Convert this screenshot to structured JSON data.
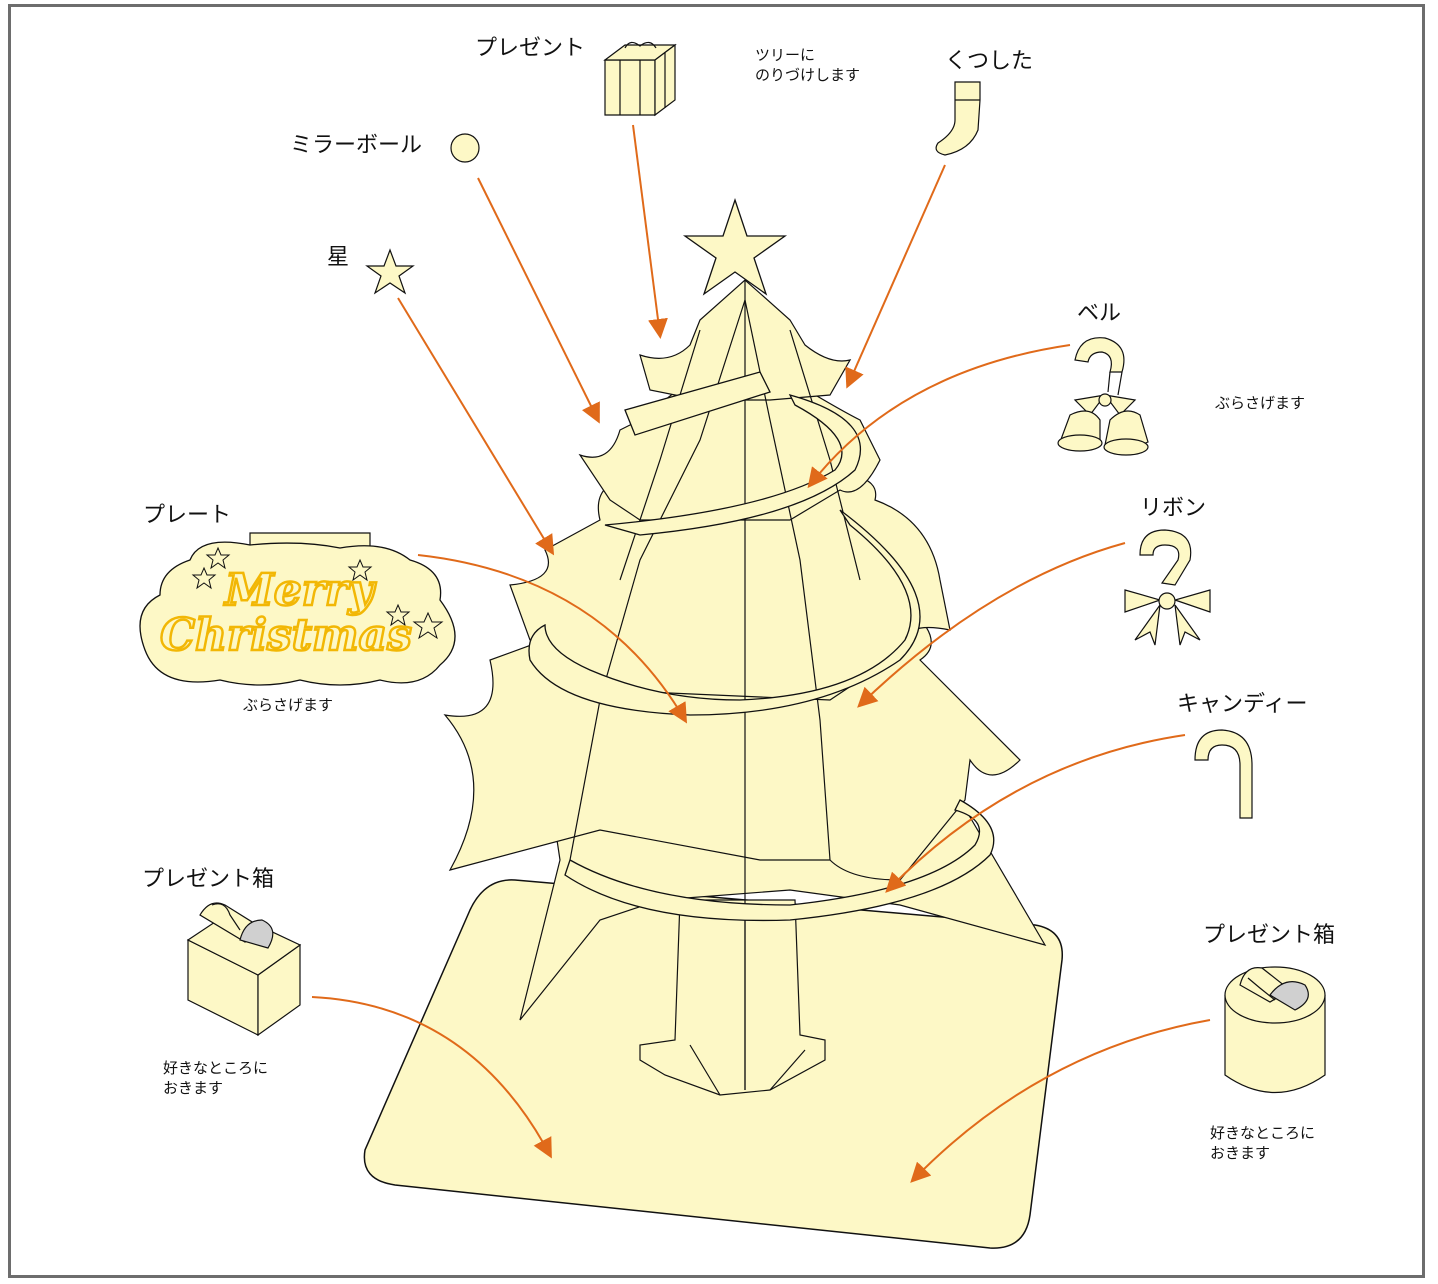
{
  "labels": {
    "present": "プレゼント",
    "tree_note_line1": "ツリーに",
    "tree_note_line2": "のりづけします",
    "sock": "くつした",
    "mirror_ball": "ミラーボール",
    "star": "星",
    "bell": "ベル",
    "bell_note": "ぶらさげます",
    "plate": "プレート",
    "plate_text_line1": "Merry",
    "plate_text_line2": "Christmas",
    "plate_note": "ぶらさげます",
    "ribbon": "リボン",
    "candy": "キャンディー",
    "present_box_left": "プレゼント箱",
    "present_box_left_note_line1": "好きなところに",
    "present_box_left_note_line2": "おきます",
    "present_box_right": "プレゼント箱",
    "present_box_right_note_line1": "好きなところに",
    "present_box_right_note_line2": "おきます"
  },
  "colors": {
    "fill": "#fdf8c6",
    "stroke": "#111111",
    "arrow": "#e06a1a",
    "plate_text": "#f2b705",
    "shadow": "#d0d0d0",
    "frame": "#6d6d6d"
  }
}
